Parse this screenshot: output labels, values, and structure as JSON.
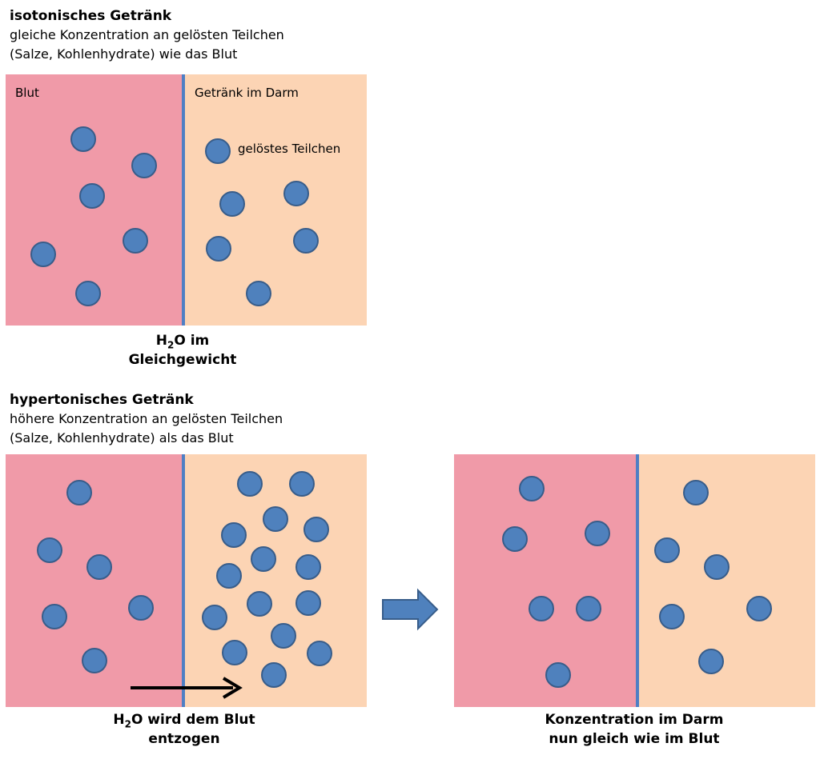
{
  "section1": {
    "title": "isotonisches Getränk",
    "desc1": "gleiche Konzentration an gelösten Teilchen",
    "desc2": "(Salze, Kohlenhydrate) wie das Blut",
    "label_blood": "Blut",
    "label_gut": "Getränk im Darm",
    "label_particle": "gelöstes Teilchen",
    "caption_h": "H",
    "caption_sub": "2",
    "caption_rest": "O im",
    "caption_line2": "Gleichgewicht"
  },
  "section2": {
    "title": "hypertonisches Getränk",
    "desc1": "höhere Konzentration an gelösten Teilchen",
    "desc2": "(Salze, Kohlenhydrate) als das Blut",
    "caption_h": "H",
    "caption_sub": "2",
    "caption_rest": "O wird dem Blut",
    "caption_line2": "entzogen"
  },
  "section3": {
    "caption_line1": "Konzentration im Darm",
    "caption_line2": "nun gleich wie im Blut"
  },
  "colors": {
    "blood": "#f09aa8",
    "gut": "#fcd4b4",
    "membrane": "#4f7fc4",
    "particle": "#4f81bd",
    "particle_border": "#385d8a"
  }
}
